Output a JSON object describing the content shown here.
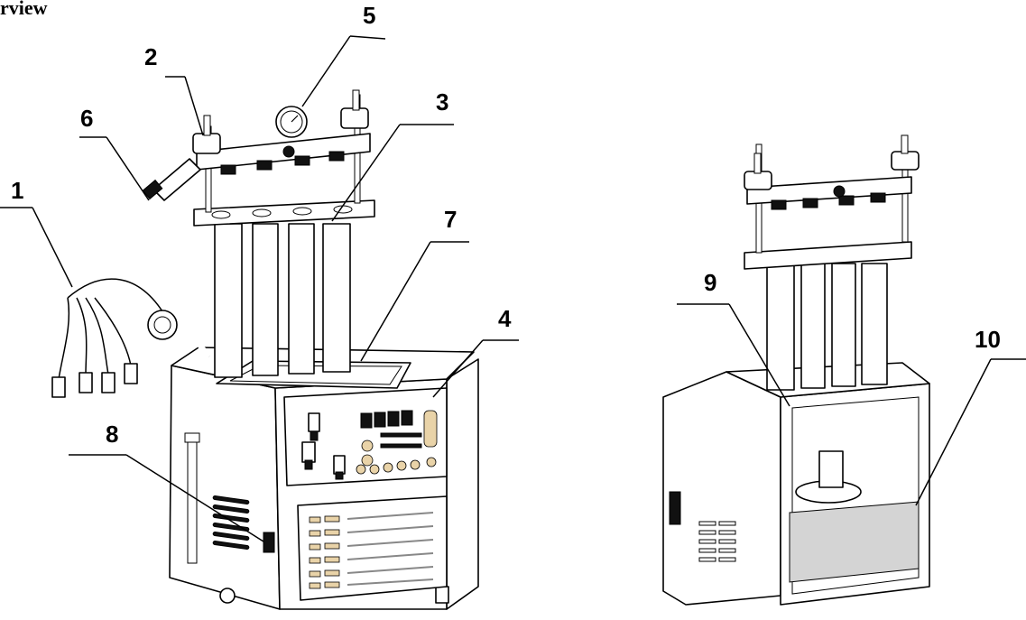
{
  "heading": "rview",
  "callouts": [
    {
      "id": "callout-1",
      "label": "1"
    },
    {
      "id": "callout-2",
      "label": "2"
    },
    {
      "id": "callout-3",
      "label": "3"
    },
    {
      "id": "callout-4",
      "label": "4"
    },
    {
      "id": "callout-5",
      "label": "5"
    },
    {
      "id": "callout-6",
      "label": "6"
    },
    {
      "id": "callout-7",
      "label": "7"
    },
    {
      "id": "callout-8",
      "label": "8"
    },
    {
      "id": "callout-9",
      "label": "9"
    },
    {
      "id": "callout-10",
      "label": "10"
    }
  ],
  "colors": {
    "line": "#000000",
    "button": "#e9d3a8",
    "background": "#ffffff"
  }
}
